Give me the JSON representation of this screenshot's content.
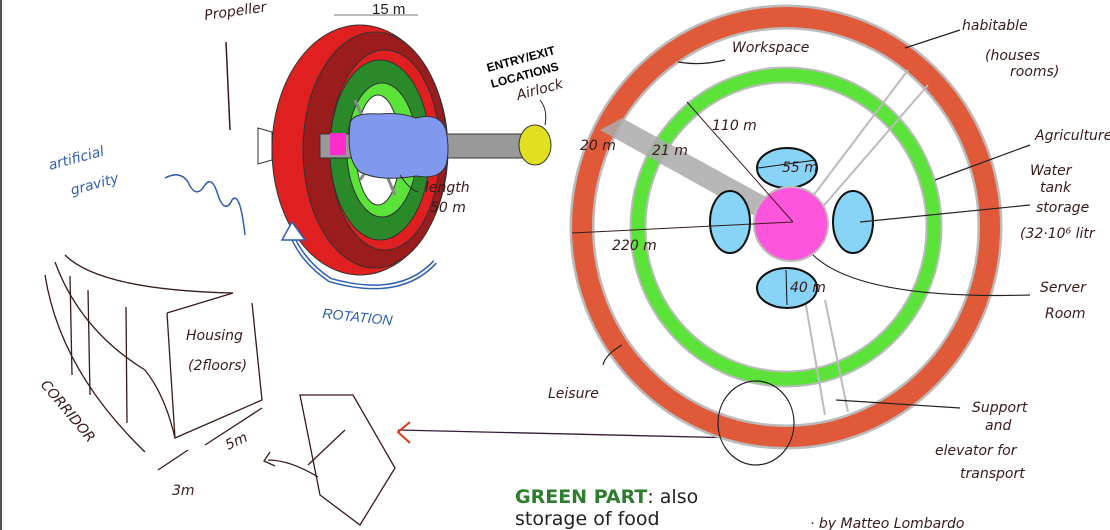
{
  "colors": {
    "habitable": "#e05a3a",
    "agriculture": "#5be33a",
    "server": "#ff55dd",
    "water": "#88d4f7",
    "wheel_red": "#e02020",
    "wheel_dark": "#9a1c1c",
    "green_dark": "#2a8a2a",
    "shaft": "#999999",
    "airlock": "#e0e020",
    "hub": "#8098ee"
  },
  "wheel": {
    "propeller": "Propeller",
    "width": "15 m",
    "entry_exit": [
      "ENTRY/EXIT",
      "LOCATIONS"
    ],
    "airlock": "Airlock",
    "length": [
      "length",
      "50 m"
    ],
    "gravity": [
      "artificial",
      "gravity"
    ],
    "rotation": "ROTATION"
  },
  "housing": {
    "label": [
      "Housing",
      "(2floors)"
    ],
    "corridor": "CORRIDOR",
    "dim_3": "3m",
    "dim_5": "5m"
  },
  "plan": {
    "workspace": "Workspace",
    "habitable": [
      "habitable",
      "(houses",
      "rooms)"
    ],
    "agriculture": "Agriculture",
    "water": [
      "Water",
      "tank",
      "storage",
      "(32·10⁶ litr"
    ],
    "server": [
      "Server",
      "Room"
    ],
    "leisure": "Leisure",
    "support": [
      "Support",
      "and",
      "elevator for",
      "transport"
    ],
    "r110": "110 m",
    "r220": "220 m",
    "w20": "20 m",
    "w21": "21 m",
    "d55": "55 m",
    "d40": "40 m"
  },
  "note": {
    "bold": "GREEN PART",
    "rest": ": also",
    "line2": "storage of food"
  },
  "credit": "· by Matteo Lombardo"
}
